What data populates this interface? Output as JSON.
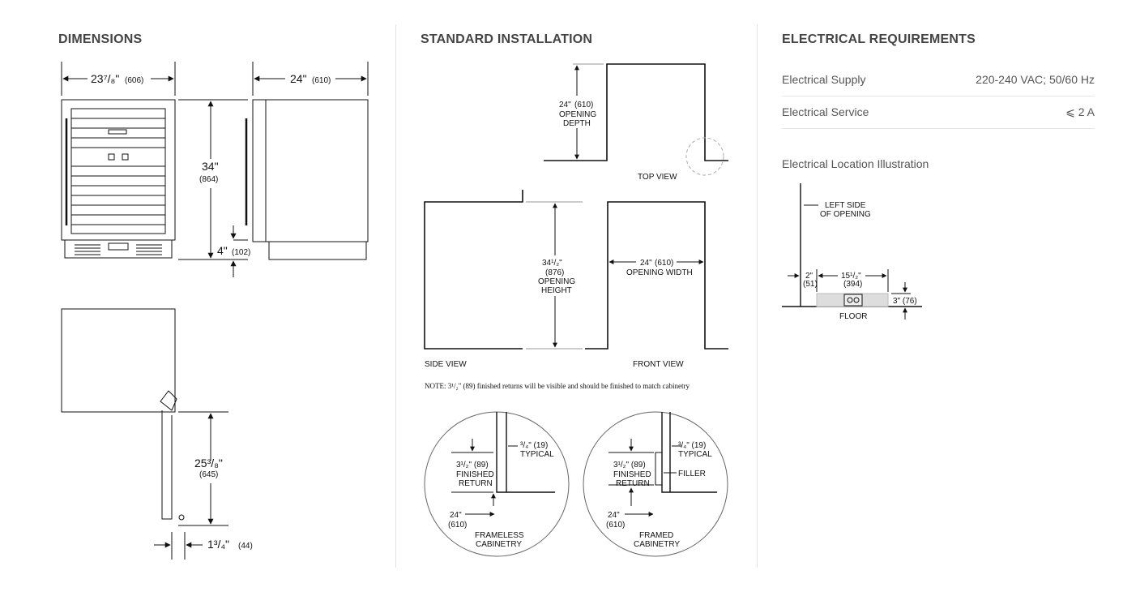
{
  "sections": {
    "dimensions": "DIMENSIONS",
    "installation": "STANDARD INSTALLATION",
    "electrical": "ELECTRICAL REQUIREMENTS"
  },
  "dimensions": {
    "width_top": "23⁷/₈\"",
    "width_top_mm": "(606)",
    "depth_top": "24\"",
    "depth_top_mm": "(610)",
    "height": "34\"",
    "height_mm": "(864)",
    "toe": "4\"",
    "toe_mm": "(102)",
    "door_swing": "25³/₈\"",
    "door_swing_mm": "(645)",
    "door_thick": "1³/₄\"",
    "door_thick_mm": "(44)"
  },
  "installation": {
    "top_depth_line1": "24\"",
    "top_depth_mm": "(610)",
    "top_depth_line2": "OPENING",
    "top_depth_line3": "DEPTH",
    "top_view": "TOP VIEW",
    "side_height_line1": "34¹/₂\"",
    "side_height_mm": "(876)",
    "side_height_line2": "OPENING",
    "side_height_line3": "HEIGHT",
    "front_width_line1": "24\"",
    "front_width_mm": "(610)",
    "front_width_line2": "OPENING WIDTH",
    "side_view": "SIDE VIEW",
    "front_view": "FRONT VIEW",
    "note": "NOTE:  3¹/₂\" (89)  finished returns will be visible and should be finished to match cabinetry",
    "detail_typical_dim": "³/₄\" (19)",
    "detail_typical": "TYPICAL",
    "detail_return_dim": "3¹/₂\" (89)",
    "detail_finished": "FINISHED",
    "detail_return": "RETURN",
    "detail_24": "24\"",
    "detail_24_mm": "(610)",
    "filler": "FILLER",
    "frameless_1": "FRAMELESS",
    "frameless_2": "CABINETRY",
    "framed_1": "FRAMED",
    "framed_2": "CABINETRY"
  },
  "electrical": {
    "rows": [
      {
        "label": "Electrical Supply",
        "value": "220-240 VAC; 50/60 Hz"
      },
      {
        "label": "Electrical Service",
        "value": "⩽ 2 A"
      }
    ],
    "illustration_title": "Electrical Location Illustration",
    "left_side_1": "LEFT SIDE",
    "left_side_2": "OF OPENING",
    "dim_2": "2\"",
    "dim_2_mm": "(51)",
    "dim_15": "15¹/₂\"",
    "dim_15_mm": "(394)",
    "dim_3": "3\" (76)",
    "floor": "FLOOR"
  }
}
